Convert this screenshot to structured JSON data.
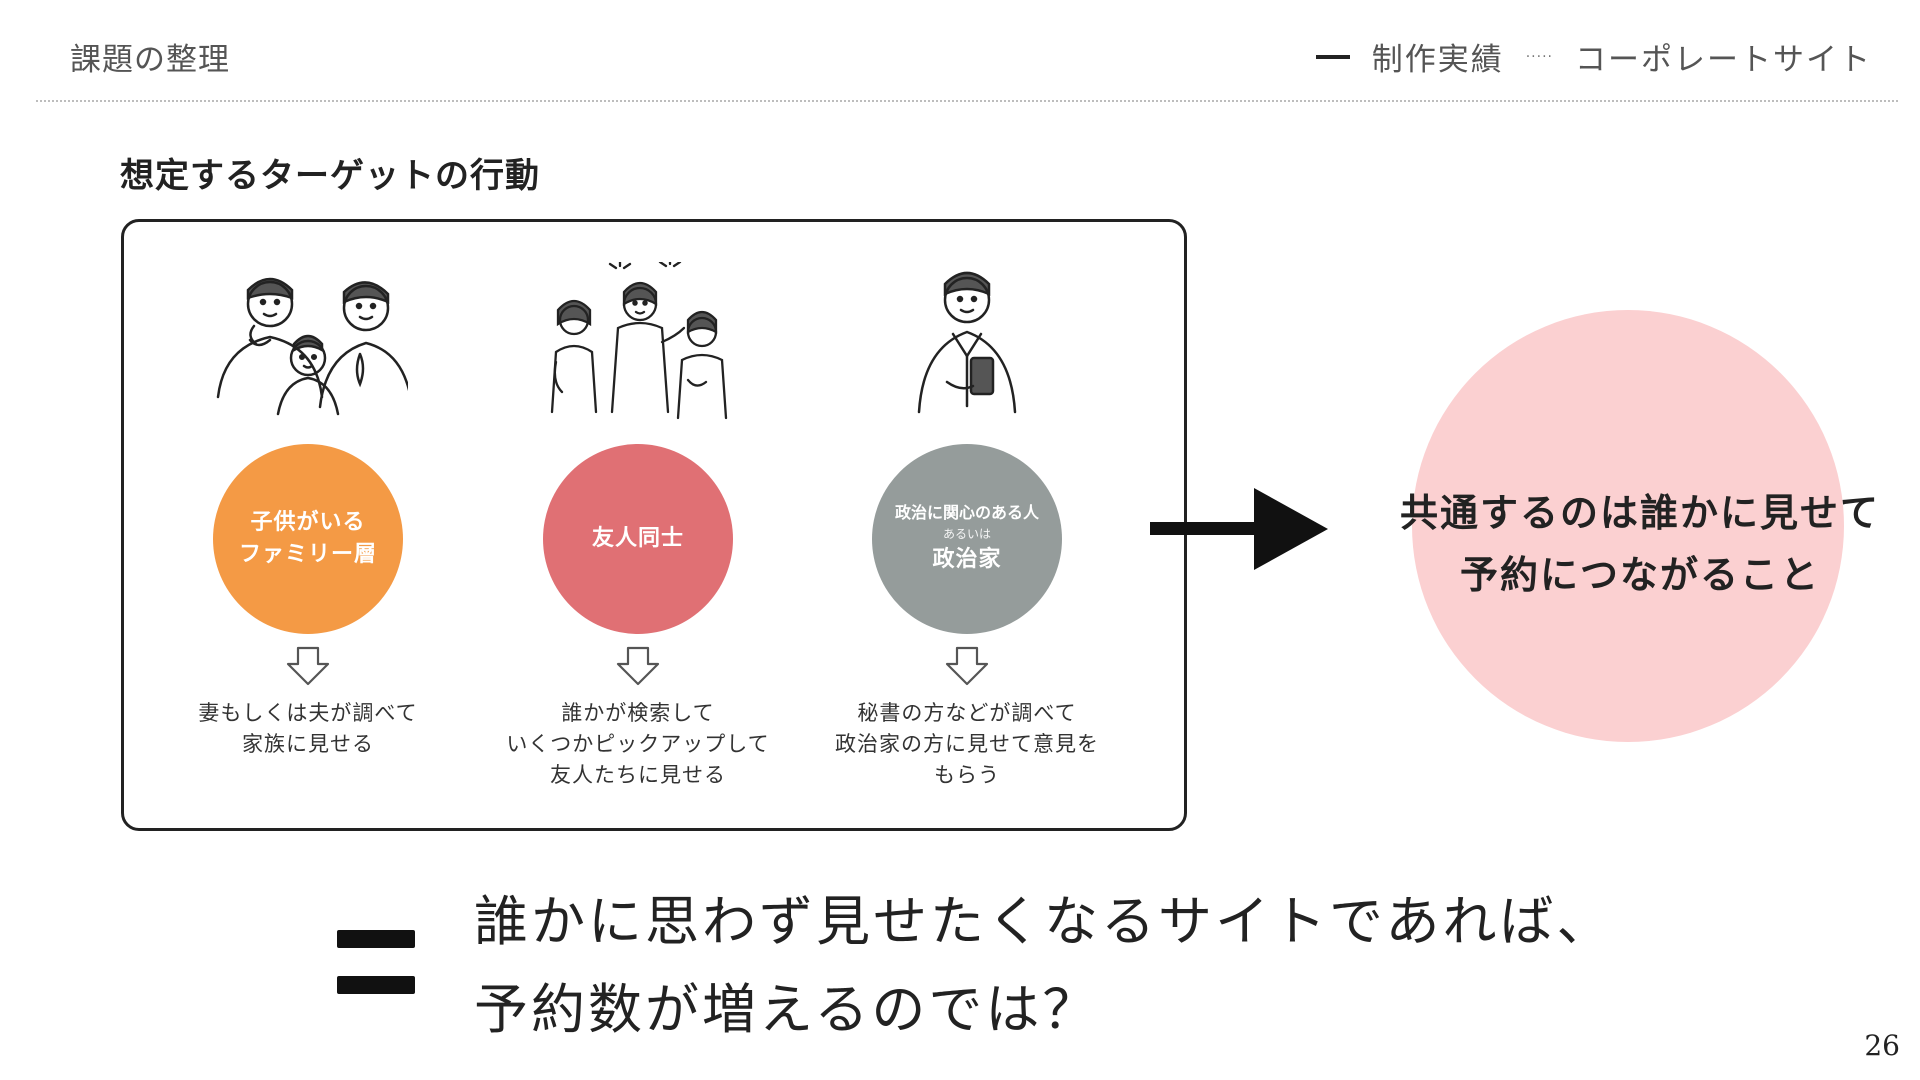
{
  "header": {
    "title": "課題の整理",
    "category": "制作実績",
    "subcategory": "コーポレートサイト"
  },
  "section_heading": "想定するターゲットの行動",
  "personas": [
    {
      "icon": "family-illustration",
      "circle_color": "#f49a45",
      "label_line1": "子供がいる",
      "label_line2": "ファミリー層",
      "description_lines": [
        "妻もしくは夫が調べて",
        "家族に見せる"
      ]
    },
    {
      "icon": "friends-illustration",
      "circle_color": "#e07074",
      "label_line1": "友人同士",
      "description_lines": [
        "誰かが検索して",
        "いくつかピックアップして",
        "友人たちに見せる"
      ]
    },
    {
      "icon": "businessman-illustration",
      "circle_color": "#959c9b",
      "label_top": "政治に関心のある人",
      "label_or": "あるいは",
      "label_main": "政治家",
      "description_lines": [
        "秘書の方などが調べて",
        "政治家の方に見せて意見を",
        "もらう"
      ]
    }
  ],
  "conclusion": {
    "line1": "共通するのは誰かに見せて",
    "line2": "予約につながること",
    "circle_color": "#fbd0d1"
  },
  "hypothesis": {
    "line1": "誰かに思わず見せたくなるサイトであれば、",
    "line2": "予約数が増えるのでは？"
  },
  "page_number": "26"
}
